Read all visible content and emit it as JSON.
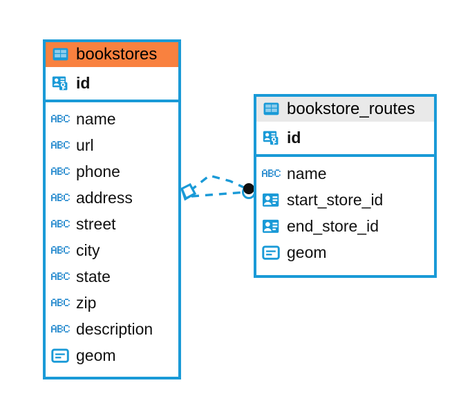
{
  "diagram": {
    "type": "entity-relationship-diagram",
    "accent_blue": "#1a9ad7",
    "accent_orange": "#f9813f",
    "header_gray": "#e9e9e9",
    "entities": [
      {
        "name": "bookstores",
        "header_style": "accent-orange",
        "header_icon": "table-icon",
        "primary_key": {
          "label": "id",
          "icon": "primary-key-icon"
        },
        "fields": [
          {
            "label": "name",
            "icon": "abc-text-icon"
          },
          {
            "label": "url",
            "icon": "abc-text-icon"
          },
          {
            "label": "phone",
            "icon": "abc-text-icon"
          },
          {
            "label": "address",
            "icon": "abc-text-icon"
          },
          {
            "label": "street",
            "icon": "abc-text-icon"
          },
          {
            "label": "city",
            "icon": "abc-text-icon"
          },
          {
            "label": "state",
            "icon": "abc-text-icon"
          },
          {
            "label": "zip",
            "icon": "abc-text-icon"
          },
          {
            "label": "description",
            "icon": "abc-text-icon"
          },
          {
            "label": "geom",
            "icon": "geometry-icon"
          }
        ]
      },
      {
        "name": "bookstore_routes",
        "header_style": "accent-gray",
        "header_icon": "table-icon",
        "primary_key": {
          "label": "id",
          "icon": "primary-key-icon"
        },
        "fields": [
          {
            "label": "name",
            "icon": "abc-text-icon"
          },
          {
            "label": "start_store_id",
            "icon": "foreign-key-icon"
          },
          {
            "label": "end_store_id",
            "icon": "foreign-key-icon"
          },
          {
            "label": "geom",
            "icon": "geometry-icon"
          }
        ]
      }
    ],
    "relationship": {
      "left_endpoint_icon": "diamond-endpoint-icon",
      "right_endpoint_icon": "circle-endpoint-icon",
      "line_style": "dashed",
      "line_color": "#1a9ad7"
    }
  }
}
